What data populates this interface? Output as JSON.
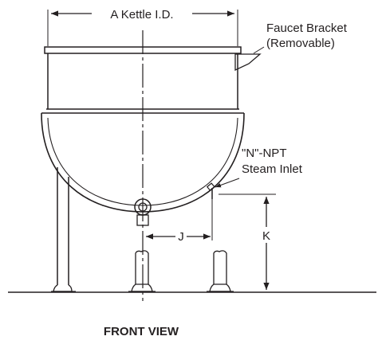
{
  "labels": {
    "kettle_id": "A Kettle I.D.",
    "faucet_line1": "Faucet Bracket",
    "faucet_line2": "(Removable)",
    "steam_line1": "\"N\"-NPT",
    "steam_line2": "Steam Inlet",
    "dim_j": "J",
    "dim_k": "K",
    "view_title": "FRONT VIEW"
  },
  "colors": {
    "ink": "#231f20",
    "background": "#ffffff"
  }
}
